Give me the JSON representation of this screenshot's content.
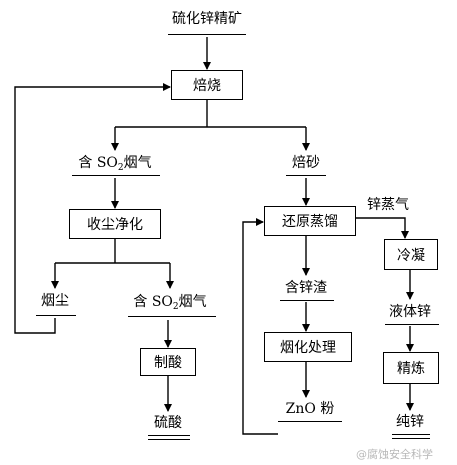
{
  "nodes": {
    "ore": "硫化锌精矿",
    "roast": "焙烧",
    "so2_gas_1": {
      "pre": "含 SO",
      "sub": "2",
      "post": "烟气"
    },
    "calcine": "焙砂",
    "dust_purify": "收尘净化",
    "zinc_vapor": "锌蒸气",
    "reduce_distill": "还原蒸馏",
    "condense": "冷凝",
    "dust": "烟尘",
    "so2_gas_2": {
      "pre": "含 SO",
      "sub": "2",
      "post": "烟气"
    },
    "zinc_slag": "含锌渣",
    "liquid_zinc": "液体锌",
    "acid_make": "制酸",
    "fuming": "烟化处理",
    "refine": "精炼",
    "sulfuric_acid": "硫酸",
    "zno_powder": "ZnO 粉",
    "pure_zinc": "纯锌"
  },
  "watermark": "@腐蚀安全科学"
}
